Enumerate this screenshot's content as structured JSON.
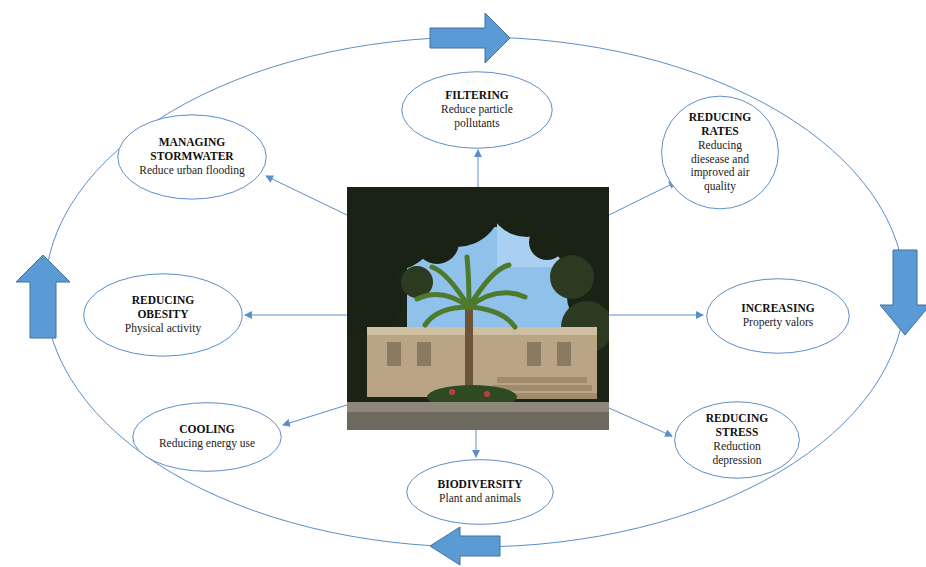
{
  "diagram": {
    "nodes": [
      {
        "text": [
          "FILTERING",
          "Reduce particle pollutants"
        ]
      },
      {
        "text": [
          "REDUCING RATES",
          "Reducing diesease and improved air quality"
        ]
      },
      {
        "text": [
          "INCREASING",
          "Property valors"
        ]
      },
      {
        "text": [
          "REDUCING STRESS",
          "Reduction depression"
        ]
      },
      {
        "text": [
          "BIODIVERSITY",
          "Plant and animals"
        ]
      },
      {
        "text": [
          "COOLING",
          "Reducing energy use"
        ]
      },
      {
        "text": [
          "REDUCING OBESITY",
          "Physical activity"
        ]
      },
      {
        "text": [
          "MANAGING STORMWATER",
          "Reduce urban flooding"
        ]
      }
    ]
  }
}
